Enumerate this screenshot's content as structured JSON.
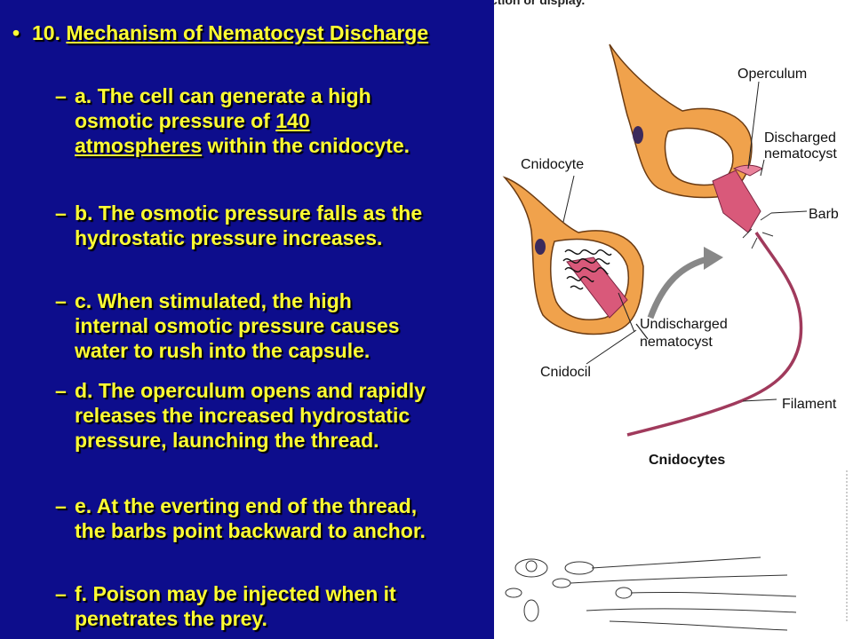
{
  "slide": {
    "title_number": "10.",
    "title_text": "Mechanism of Nematocyst Discharge",
    "items": [
      {
        "dash": "–",
        "p1": "a. The cell can generate a high osmotic pressure of ",
        "u1": "140 atmospheres",
        "p2": " within the cnidocyte."
      },
      {
        "dash": "–",
        "text": "b. The osmotic pressure falls as the hydrostatic pressure increases."
      },
      {
        "dash": "–",
        "text": "c. When stimulated, the high internal osmotic pressure causes water to rush into the capsule."
      },
      {
        "dash": "–",
        "text": "d. The operculum opens and rapidly releases the increased hydrostatic pressure, launching the thread."
      },
      {
        "dash": "–",
        "text": "e. At the everting end of the thread, the barbs point backward to anchor."
      },
      {
        "dash": "–",
        "text": "f. Poison may be injected when it penetrates the prey."
      }
    ]
  },
  "figure": {
    "caption_fragment": "ction or display.",
    "labels": {
      "operculum": "Operculum",
      "discharged1": "Discharged",
      "discharged2": "nematocyst",
      "cnidocyte": "Cnidocyte",
      "barb": "Barb",
      "undischarged1": "Undischarged",
      "undischarged2": "nematocyst",
      "cnidocil": "Cnidocil",
      "filament": "Filament"
    },
    "title": "Cnidocytes"
  },
  "colors": {
    "background": "#0d0d8c",
    "text": "#ffff33",
    "cell_fill": "#f0a24c",
    "nematocyst": "#d9597a",
    "filament": "#a03a5c"
  }
}
